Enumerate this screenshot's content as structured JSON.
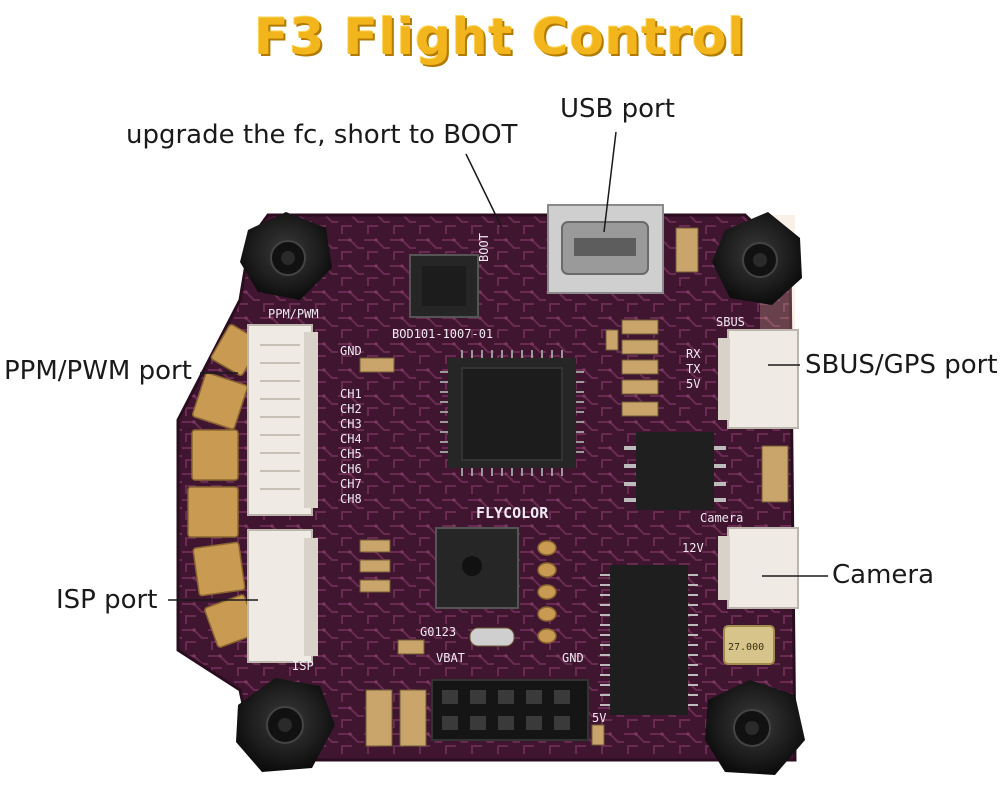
{
  "title": "F3 Flight Control",
  "callouts": {
    "boot": "upgrade the fc, short to BOOT",
    "usb": "USB port",
    "ppm": "PPM/PWM port",
    "sbus": "SBUS/GPS port",
    "isp": "ISP port",
    "camera": "Camera"
  },
  "silkscreen": {
    "boot": "BOOT",
    "ppm_header": "PPM/PWM",
    "part_no": "BOD101-1007-01",
    "sbus": "SBUS",
    "rx": "RX",
    "tx": "TX",
    "v5": "5V",
    "gnd": "GND",
    "ch1": "CH1",
    "ch2": "CH2",
    "ch3": "CH3",
    "ch4": "CH4",
    "ch5": "CH5",
    "ch6": "CH6",
    "ch7": "CH7",
    "ch8": "CH8",
    "brand": "FLYCOLOR",
    "camera": "Camera",
    "v12": "12V",
    "isp": "ISP",
    "chip": "G0123",
    "vbat": "VBAT",
    "gnd2": "GND",
    "crystal": "27.000",
    "v5b": "5V"
  },
  "colors": {
    "title": "#f2b51c",
    "board": "#3f1530",
    "board_pattern": "#6a2b52",
    "pad_gold": "#c89a52",
    "connector": "#efeae4",
    "standoff": "#1b1b1b"
  }
}
